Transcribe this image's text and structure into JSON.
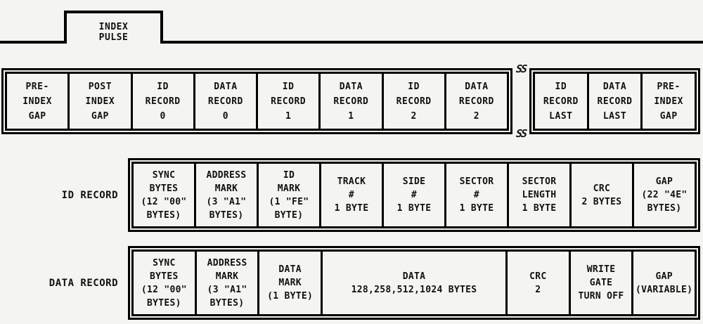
{
  "colors": {
    "background": "#f4f4f1",
    "line": "#000000",
    "text": "#111111"
  },
  "waveform": {
    "label_lines": [
      "INDEX",
      "PULSE"
    ]
  },
  "track": {
    "break_symbol": "SS",
    "cells": [
      {
        "lines": [
          "PRE-",
          "INDEX",
          "GAP"
        ]
      },
      {
        "lines": [
          "POST",
          "INDEX",
          "GAP"
        ]
      },
      {
        "lines": [
          "ID",
          "RECORD",
          "0"
        ]
      },
      {
        "lines": [
          "DATA",
          "RECORD",
          "0"
        ]
      },
      {
        "lines": [
          "ID",
          "RECORD",
          "1"
        ]
      },
      {
        "lines": [
          "DATA",
          "RECORD",
          "1"
        ]
      },
      {
        "lines": [
          "ID",
          "RECORD",
          "2"
        ]
      },
      {
        "lines": [
          "DATA",
          "RECORD",
          "2"
        ]
      },
      {
        "lines": [
          "ID",
          "RECORD",
          "LAST"
        ]
      },
      {
        "lines": [
          "DATA",
          "RECORD",
          "LAST"
        ]
      },
      {
        "lines": [
          "PRE-",
          "INDEX",
          "GAP"
        ]
      }
    ]
  },
  "id_record": {
    "label": "ID RECORD",
    "cells": [
      {
        "lines": [
          "SYNC",
          "BYTES",
          "(12 \"00\"",
          "BYTES)"
        ]
      },
      {
        "lines": [
          "ADDRESS",
          "MARK",
          "(3 \"A1\"",
          "BYTES)"
        ]
      },
      {
        "lines": [
          "ID",
          "MARK",
          "(1 \"FE\"",
          "BYTE)"
        ]
      },
      {
        "lines": [
          "TRACK",
          "#",
          "1 BYTE"
        ]
      },
      {
        "lines": [
          "SIDE",
          "#",
          "1 BYTE"
        ]
      },
      {
        "lines": [
          "SECTOR",
          "#",
          "1 BYTE"
        ]
      },
      {
        "lines": [
          "SECTOR",
          "LENGTH",
          "1 BYTE"
        ]
      },
      {
        "lines": [
          "CRC",
          "2 BYTES"
        ]
      },
      {
        "lines": [
          "GAP",
          "(22 \"4E\"",
          "BYTES)"
        ]
      }
    ]
  },
  "data_record": {
    "label": "DATA RECORD",
    "cells": [
      {
        "lines": [
          "SYNC",
          "BYTES",
          "(12 \"00\"",
          "BYTES)"
        ]
      },
      {
        "lines": [
          "ADDRESS",
          "MARK",
          "(3 \"A1\"",
          "BYTES)"
        ]
      },
      {
        "lines": [
          "DATA",
          "MARK",
          "(1 BYTE)"
        ]
      },
      {
        "lines": [
          "DATA",
          "128,258,512,1024 BYTES"
        ]
      },
      {
        "lines": [
          "CRC",
          "2"
        ]
      },
      {
        "lines": [
          "WRITE",
          "GATE",
          "TURN OFF"
        ]
      },
      {
        "lines": [
          "GAP",
          "(VARIABLE)"
        ]
      }
    ]
  }
}
